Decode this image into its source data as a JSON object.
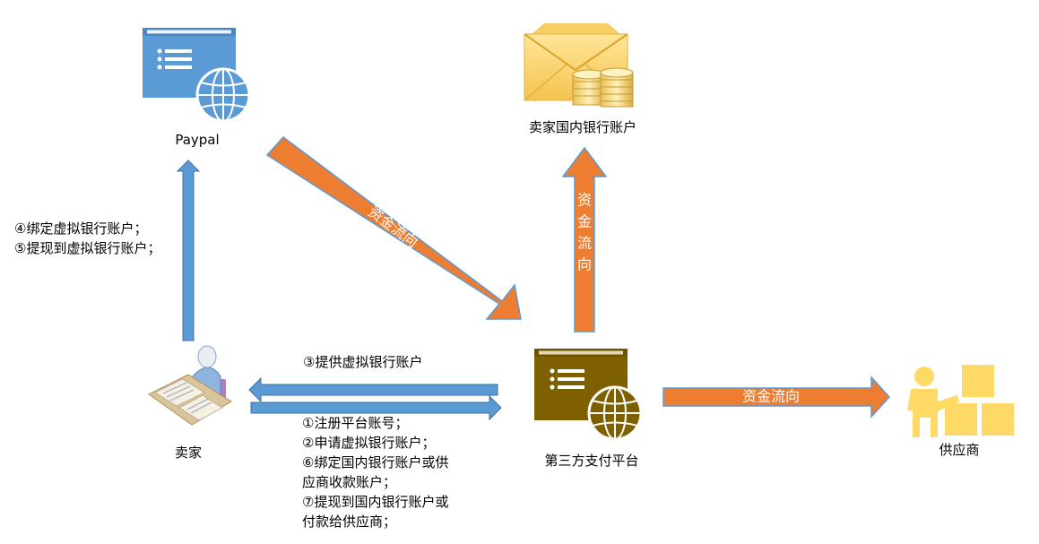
{
  "nodes": {
    "paypal": {
      "label": "Paypal"
    },
    "seller_bank": {
      "label": "卖家国内银行账户"
    },
    "seller": {
      "label": "卖家"
    },
    "platform": {
      "label": "第三方支付平台"
    },
    "supplier": {
      "label": "供应商"
    }
  },
  "edges": {
    "paypal_to_platform": {
      "label": "资金流向"
    },
    "platform_to_bank": {
      "label": "资金流向"
    },
    "platform_to_supplier": {
      "label": "资金流向"
    },
    "seller_to_paypal": {
      "lines": [
        "④绑定虚拟银行账户；",
        "⑤提现到虚拟银行账户；"
      ]
    },
    "platform_to_seller": {
      "label": "③提供虚拟银行账户"
    },
    "seller_to_platform": {
      "lines": [
        "①注册平台账号；",
        "②申请虚拟银行账户；",
        "⑥绑定国内银行账户或供",
        "应商收款账户；",
        "⑦提现到国内银行账户或",
        "付款给供应商；"
      ]
    }
  },
  "colors": {
    "money_arrow": "#ED7D31",
    "info_arrow": "#5B9BD5",
    "paypal_window": "#5B9BD5",
    "platform_window": "#7F6000",
    "supplier": "#FFD966"
  },
  "icons": {
    "paypal": "web-window-globe-icon",
    "seller_bank": "envelope-coins-icon",
    "seller": "person-at-desk-icon",
    "platform": "web-window-globe-icon",
    "supplier": "person-with-boxes-icon"
  }
}
